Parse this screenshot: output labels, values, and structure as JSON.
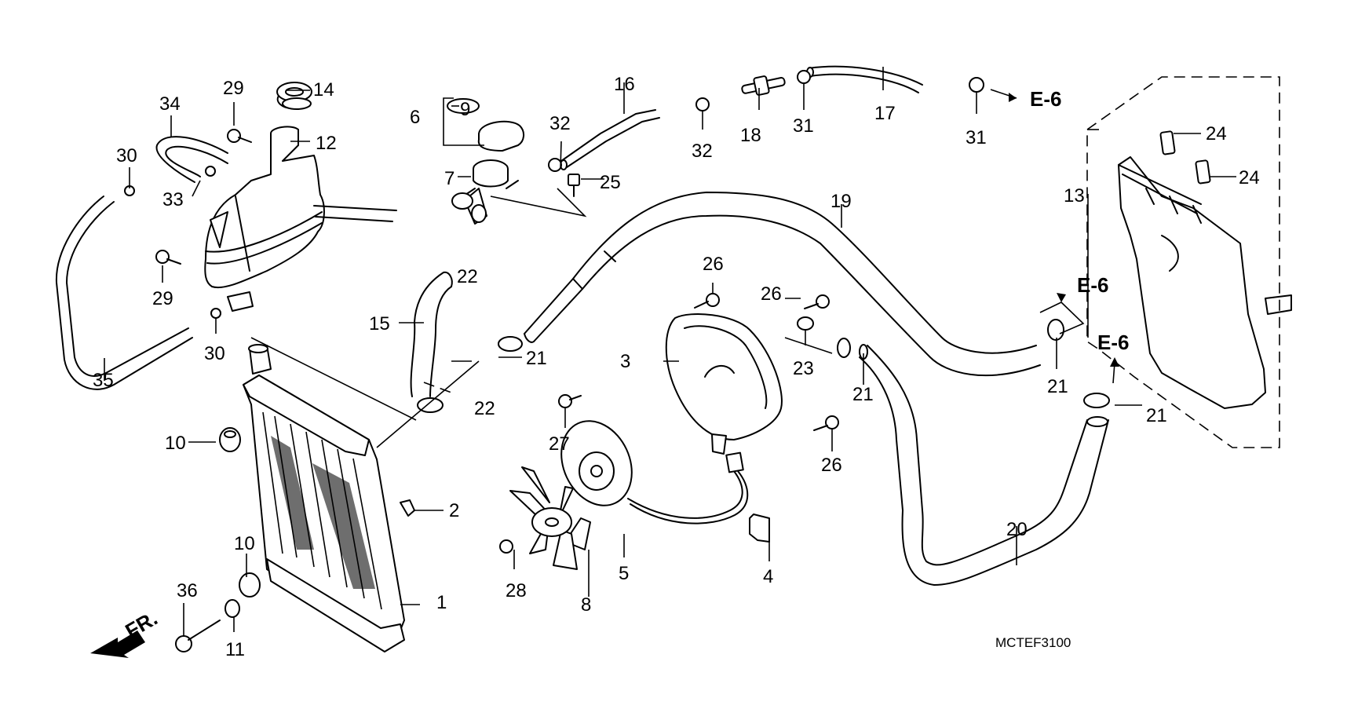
{
  "diagram": {
    "title": "Radiator / cooling system parts diagram",
    "code": "MCTEF3100",
    "front_indicator": "FR.",
    "ref_label": "E-6",
    "colors": {
      "line": "#000000",
      "background": "#ffffff"
    }
  },
  "callouts": [
    {
      "id": "c1",
      "num": "1",
      "part": "radiator"
    },
    {
      "id": "c2",
      "num": "2",
      "part": "clip"
    },
    {
      "id": "c3",
      "num": "3",
      "part": "fan-shroud"
    },
    {
      "id": "c4",
      "num": "4",
      "part": "connector-holder"
    },
    {
      "id": "c5",
      "num": "5",
      "part": "fan-motor"
    },
    {
      "id": "c6",
      "num": "6",
      "part": "radiator-cap-assembly"
    },
    {
      "id": "c7",
      "num": "7",
      "part": "filler-neck"
    },
    {
      "id": "c8",
      "num": "8",
      "part": "cooling-fan"
    },
    {
      "id": "c9",
      "num": "9",
      "part": "o-ring"
    },
    {
      "id": "c10a",
      "num": "10",
      "part": "grommet-upper"
    },
    {
      "id": "c10b",
      "num": "10",
      "part": "grommet-lower"
    },
    {
      "id": "c11",
      "num": "11",
      "part": "collar"
    },
    {
      "id": "c12",
      "num": "12",
      "part": "reserve-tank"
    },
    {
      "id": "c13",
      "num": "13",
      "part": "radiator-cover"
    },
    {
      "id": "c14",
      "num": "14",
      "part": "reserve-tank-cap"
    },
    {
      "id": "c15",
      "num": "15",
      "part": "upper-hose"
    },
    {
      "id": "c16",
      "num": "16",
      "part": "siphon-hose"
    },
    {
      "id": "c17",
      "num": "17",
      "part": "bypass-hose"
    },
    {
      "id": "c18",
      "num": "18",
      "part": "joint"
    },
    {
      "id": "c19",
      "num": "19",
      "part": "water-hose"
    },
    {
      "id": "c20",
      "num": "20",
      "part": "lower-hose"
    },
    {
      "id": "c21a",
      "num": "21",
      "part": "hose-band"
    },
    {
      "id": "c21b",
      "num": "21",
      "part": "hose-band"
    },
    {
      "id": "c21c",
      "num": "21",
      "part": "hose-band"
    },
    {
      "id": "c21d",
      "num": "21",
      "part": "hose-band"
    },
    {
      "id": "c22a",
      "num": "22",
      "part": "hose-band"
    },
    {
      "id": "c22b",
      "num": "22",
      "part": "hose-band"
    },
    {
      "id": "c23",
      "num": "23",
      "part": "clamper"
    },
    {
      "id": "c24a",
      "num": "24",
      "part": "cushion"
    },
    {
      "id": "c24b",
      "num": "24",
      "part": "cushion"
    },
    {
      "id": "c25",
      "num": "25",
      "part": "thermo-switch"
    },
    {
      "id": "c26a",
      "num": "26",
      "part": "bolt"
    },
    {
      "id": "c26b",
      "num": "26",
      "part": "bolt"
    },
    {
      "id": "c26c",
      "num": "26",
      "part": "bolt"
    },
    {
      "id": "c27",
      "num": "27",
      "part": "bolt"
    },
    {
      "id": "c28",
      "num": "28",
      "part": "nut"
    },
    {
      "id": "c29a",
      "num": "29",
      "part": "bolt"
    },
    {
      "id": "c29b",
      "num": "29",
      "part": "bolt"
    },
    {
      "id": "c30a",
      "num": "30",
      "part": "clip"
    },
    {
      "id": "c30b",
      "num": "30",
      "part": "clip"
    },
    {
      "id": "c31a",
      "num": "31",
      "part": "clip"
    },
    {
      "id": "c31b",
      "num": "31",
      "part": "clip"
    },
    {
      "id": "c32a",
      "num": "32",
      "part": "clip"
    },
    {
      "id": "c32b",
      "num": "32",
      "part": "clip"
    },
    {
      "id": "c33",
      "num": "33",
      "part": "clip"
    },
    {
      "id": "c34",
      "num": "34",
      "part": "overflow-tube"
    },
    {
      "id": "c35",
      "num": "35",
      "part": "reserve-tank-hose"
    },
    {
      "id": "c36",
      "num": "36",
      "part": "bolt"
    }
  ],
  "refs": [
    {
      "label": "E-6"
    },
    {
      "label": "E-6"
    },
    {
      "label": "E-6"
    }
  ]
}
